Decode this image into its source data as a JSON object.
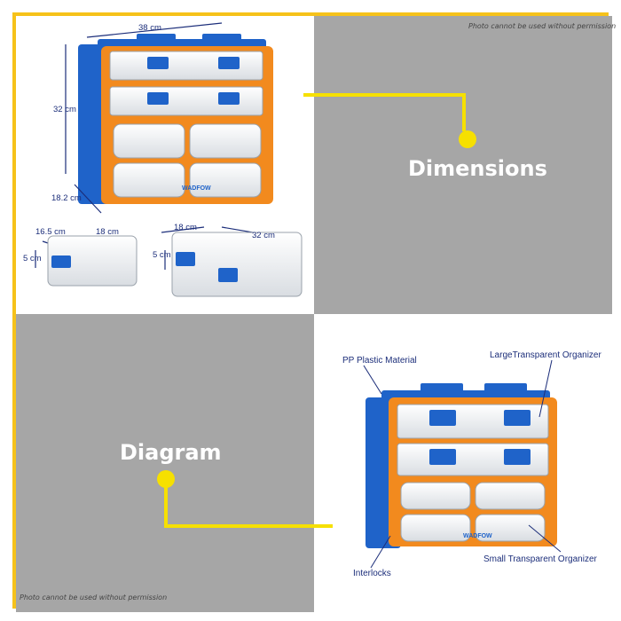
{
  "watermark_top": "Photo cannot be used without permission",
  "watermark_bottom": "Photo cannot be used without permission",
  "headings": {
    "dimensions": "Dimensions",
    "diagram": "Diagram"
  },
  "dimensions": {
    "width": "38 cm",
    "height": "32 cm",
    "depth": "18.2 cm",
    "small_depth": "16.5 cm",
    "small_width": "18 cm",
    "small_height": "5 cm",
    "large_depth": "18 cm",
    "large_width": "32 cm",
    "large_height": "5 cm"
  },
  "callouts": {
    "material": "PP Plastic Material",
    "large": "LargeTransparent Organizer",
    "small": "Small Transparent Organizer",
    "interlocks": "Interlocks"
  },
  "brand": "WADFOW",
  "colors": {
    "frame_yellow": "#f6c21a",
    "gray_panel": "#a6a6a6",
    "case_orange": "#f28a1e",
    "case_blue": "#1f63c9",
    "label_navy": "#1c2e7a"
  }
}
